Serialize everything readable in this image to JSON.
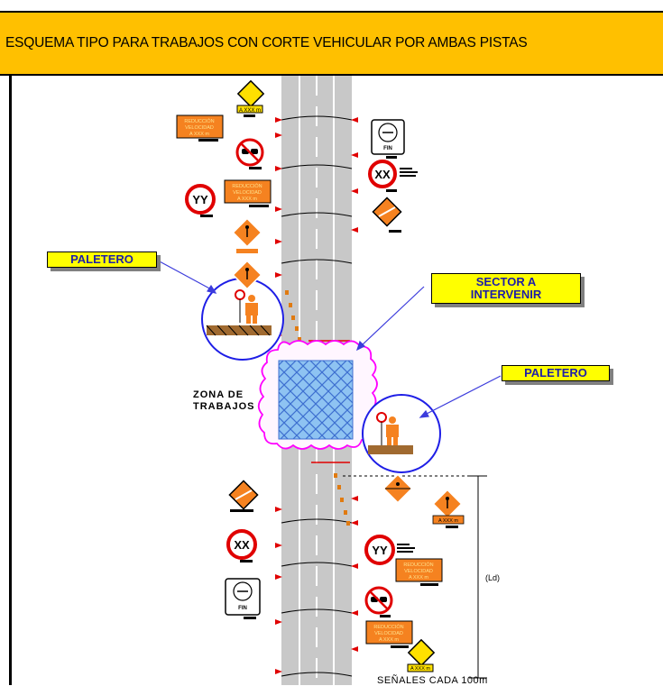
{
  "title": "ESQUEMA TIPO PARA TRABAJOS CON CORTE VEHICULAR POR AMBAS PISTAS",
  "callouts": {
    "paletero_left": "PALETERO",
    "paletero_right": "PALETERO",
    "sector_line1": "SECTOR A",
    "sector_line2": "INTERVENIR"
  },
  "zone": {
    "line1": "ZONA DE",
    "line2": "TRABAJOS"
  },
  "signs": {
    "xx": "XX",
    "yy": "YY",
    "fin": "FIN",
    "reduccion_line1": "REDUCCIÓN",
    "reduccion_line2": "VELOCIDAD",
    "reduccion_line3": "A XXX m",
    "distance": "A XXX m"
  },
  "dimension_label": "(Ld)",
  "bottom_note": "SEÑALES CADA 100m",
  "colors": {
    "title_bg": "#ffc000",
    "callout_bg": "#ffff00",
    "callout_text": "#1e1ea8",
    "sign_orange": "#f58220",
    "circle_red": "#e00000",
    "marker_blue": "#1e1ee6",
    "hatch_blue": "#3d8fe0",
    "cloud_magenta": "#ff00ff",
    "road_gray": "#c8c8c8"
  }
}
